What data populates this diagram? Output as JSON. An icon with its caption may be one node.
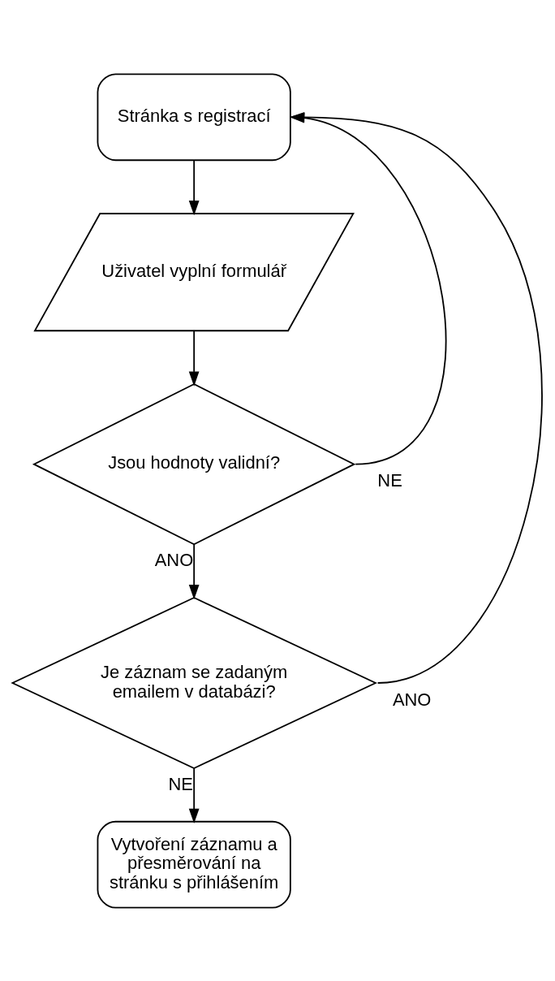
{
  "diagram": {
    "nodes": [
      {
        "text": [
          "Stránka s registrací"
        ]
      },
      {
        "text": [
          "Uživatel vyplní formulář"
        ]
      },
      {
        "text": [
          "Jsou hodnoty validní?"
        ]
      },
      {
        "text": [
          "Je záznam se zadaným emailem v databázi?"
        ]
      },
      {
        "text": [
          "Vytvoření záznamu a přesměrování na stránku s přihlášením"
        ]
      }
    ],
    "edges": [
      {
        "from": 0,
        "to": 1,
        "arrow": "to"
      },
      {
        "from": 1,
        "to": 2,
        "arrow": "to"
      },
      {
        "from": 2,
        "to": 3,
        "arrow": "to",
        "label": "ANO"
      },
      {
        "from": 3,
        "to": 4,
        "arrow": "to",
        "label": "NE"
      },
      {
        "from": 2,
        "to": 0,
        "arrow": "to",
        "label": "NE"
      },
      {
        "from": 3,
        "to": 0,
        "arrow": "to",
        "label": "ANO"
      }
    ]
  }
}
